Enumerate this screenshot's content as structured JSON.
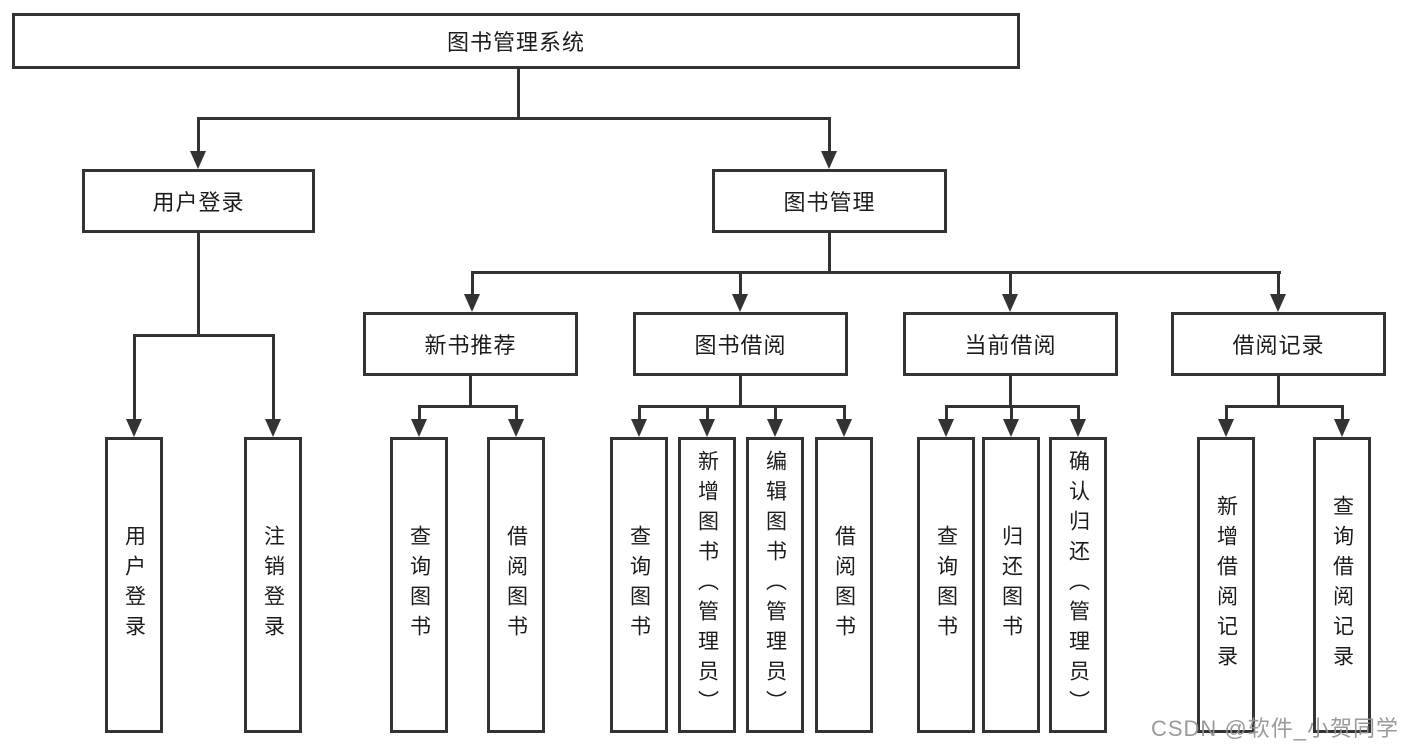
{
  "tree": {
    "root": "图书管理系统",
    "children": [
      {
        "label": "用户登录",
        "children": [
          {
            "label": "用户登录"
          },
          {
            "label": "注销登录"
          }
        ]
      },
      {
        "label": "图书管理",
        "children": [
          {
            "label": "新书推荐",
            "children": [
              {
                "label": "查询图书"
              },
              {
                "label": "借阅图书"
              }
            ]
          },
          {
            "label": "图书借阅",
            "children": [
              {
                "label": "查询图书"
              },
              {
                "label": "新增图书（管理员）"
              },
              {
                "label": "编辑图书（管理员）"
              },
              {
                "label": "借阅图书"
              }
            ]
          },
          {
            "label": "当前借阅",
            "children": [
              {
                "label": "查询图书"
              },
              {
                "label": "归还图书"
              },
              {
                "label": "确认归还（管理员）"
              }
            ]
          },
          {
            "label": "借阅记录",
            "children": [
              {
                "label": "新增借阅记录"
              },
              {
                "label": "查询借阅记录"
              }
            ]
          }
        ]
      }
    ]
  },
  "colors": {
    "line": "#333333",
    "text": "#1c1c1c",
    "watermark": "#919191"
  },
  "watermark": "CSDN @软件_小贺同学"
}
